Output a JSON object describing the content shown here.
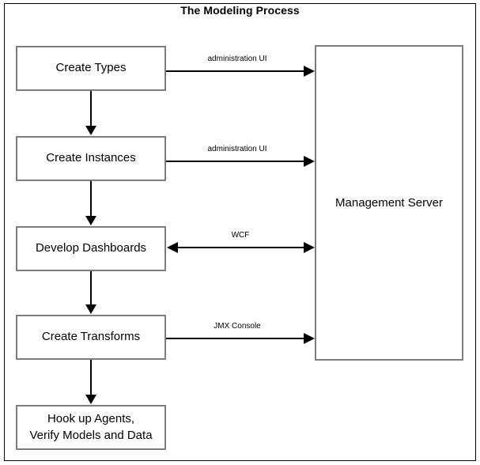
{
  "diagram": {
    "title": "The Modeling Process",
    "type": "flowchart",
    "colors": {
      "box_border": "#7d7d7d",
      "connector": "#000000",
      "frame": "#000000",
      "background": "#ffffff",
      "text": "#000000"
    },
    "process_steps": [
      {
        "id": "create-types",
        "label": "Create Types"
      },
      {
        "id": "create-instances",
        "label": "Create Instances"
      },
      {
        "id": "develop-dashboards",
        "label": "Develop Dashboards"
      },
      {
        "id": "create-transforms",
        "label": "Create Transforms"
      },
      {
        "id": "hook-up-agents",
        "label": "Hook up Agents,\nVerify Models and Data"
      }
    ],
    "server": {
      "id": "management-server",
      "label": "Management Server"
    },
    "connections": [
      {
        "from": "create-types",
        "to": "management-server",
        "label": "administration UI",
        "direction": "right"
      },
      {
        "from": "create-instances",
        "to": "management-server",
        "label": "administration UI",
        "direction": "right"
      },
      {
        "from": "develop-dashboards",
        "to": "management-server",
        "label": "WCF",
        "direction": "both"
      },
      {
        "from": "create-transforms",
        "to": "management-server",
        "label": "JMX Console",
        "direction": "right"
      },
      {
        "from": "create-types",
        "to": "create-instances",
        "label": "",
        "direction": "down"
      },
      {
        "from": "create-instances",
        "to": "develop-dashboards",
        "label": "",
        "direction": "down"
      },
      {
        "from": "develop-dashboards",
        "to": "create-transforms",
        "label": "",
        "direction": "down"
      },
      {
        "from": "create-transforms",
        "to": "hook-up-agents",
        "label": "",
        "direction": "down"
      }
    ]
  }
}
